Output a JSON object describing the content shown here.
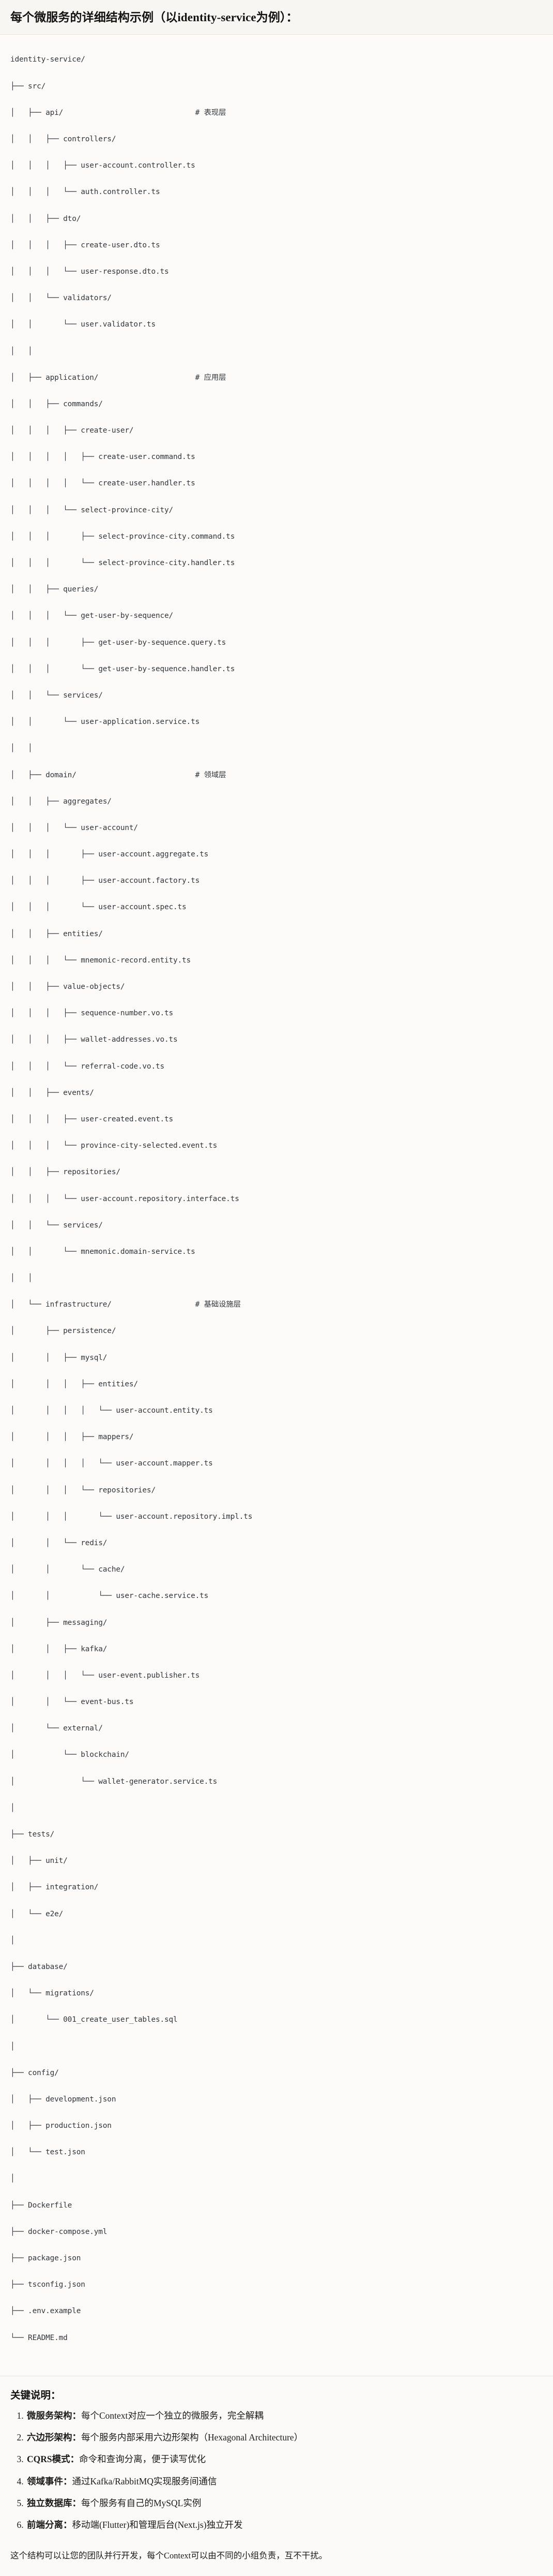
{
  "header": {
    "title": "每个微服务的详细结构示例（以identity-service为例）："
  },
  "tree": {
    "lines": [
      "identity-service/",
      "├── src/",
      "│   ├── api/                              # 表现层",
      "│   │   ├── controllers/",
      "│   │   │   ├── user-account.controller.ts",
      "│   │   │   └── auth.controller.ts",
      "│   │   ├── dto/",
      "│   │   │   ├── create-user.dto.ts",
      "│   │   │   └── user-response.dto.ts",
      "│   │   └── validators/",
      "│   │       └── user.validator.ts",
      "│   │",
      "│   ├── application/                      # 应用层",
      "│   │   ├── commands/",
      "│   │   │   ├── create-user/",
      "│   │   │   │   ├── create-user.command.ts",
      "│   │   │   │   └── create-user.handler.ts",
      "│   │   │   └── select-province-city/",
      "│   │   │       ├── select-province-city.command.ts",
      "│   │   │       └── select-province-city.handler.ts",
      "│   │   ├── queries/",
      "│   │   │   └── get-user-by-sequence/",
      "│   │   │       ├── get-user-by-sequence.query.ts",
      "│   │   │       └── get-user-by-sequence.handler.ts",
      "│   │   └── services/",
      "│   │       └── user-application.service.ts",
      "│   │",
      "│   ├── domain/                           # 领域层",
      "│   │   ├── aggregates/",
      "│   │   │   └── user-account/",
      "│   │   │       ├── user-account.aggregate.ts",
      "│   │   │       ├── user-account.factory.ts",
      "│   │   │       └── user-account.spec.ts",
      "│   │   ├── entities/",
      "│   │   │   └── mnemonic-record.entity.ts",
      "│   │   ├── value-objects/",
      "│   │   │   ├── sequence-number.vo.ts",
      "│   │   │   ├── wallet-addresses.vo.ts",
      "│   │   │   └── referral-code.vo.ts",
      "│   │   ├── events/",
      "│   │   │   ├── user-created.event.ts",
      "│   │   │   └── province-city-selected.event.ts",
      "│   │   ├── repositories/",
      "│   │   │   └── user-account.repository.interface.ts",
      "│   │   └── services/",
      "│   │       └── mnemonic.domain-service.ts",
      "│   │",
      "│   └── infrastructure/                   # 基础设施层",
      "│       ├── persistence/",
      "│       │   ├── mysql/",
      "│       │   │   ├── entities/",
      "│       │   │   │   └── user-account.entity.ts",
      "│       │   │   ├── mappers/",
      "│       │   │   │   └── user-account.mapper.ts",
      "│       │   │   └── repositories/",
      "│       │   │       └── user-account.repository.impl.ts",
      "│       │   └── redis/",
      "│       │       └── cache/",
      "│       │           └── user-cache.service.ts",
      "│       ├── messaging/",
      "│       │   ├── kafka/",
      "│       │   │   └── user-event.publisher.ts",
      "│       │   └── event-bus.ts",
      "│       └── external/",
      "│           └── blockchain/",
      "│               └── wallet-generator.service.ts",
      "│",
      "├── tests/",
      "│   ├── unit/",
      "│   ├── integration/",
      "│   └── e2e/",
      "│",
      "├── database/",
      "│   └── migrations/",
      "│       └── 001_create_user_tables.sql",
      "│",
      "├── config/",
      "│   ├── development.json",
      "│   ├── production.json",
      "│   └── test.json",
      "│",
      "├── Dockerfile",
      "├── docker-compose.yml",
      "├── package.json",
      "├── tsconfig.json",
      "├── .env.example",
      "└── README.md"
    ]
  },
  "keys": {
    "title": "关键说明：",
    "items": [
      {
        "label": "微服务架构",
        "sep": "：",
        "text": "每个Context对应一个独立的微服务，完全解耦"
      },
      {
        "label": "六边形架构",
        "sep": "：",
        "text": "每个服务内部采用六边形架构（Hexagonal Architecture）"
      },
      {
        "label": "CQRS模式",
        "sep": "：",
        "text": "命令和查询分离，便于读写优化"
      },
      {
        "label": "领域事件",
        "sep": "：",
        "text": "通过Kafka/RabbitMQ实现服务间通信"
      },
      {
        "label": "独立数据库",
        "sep": "：",
        "text": "每个服务有自己的MySQL实例"
      },
      {
        "label": "前端分离",
        "sep": "：",
        "text": "移动端(Flutter)和管理后台(Next.js)独立开发"
      }
    ]
  },
  "closing": {
    "text": "这个结构可以让您的团队并行开发，每个Context可以由不同的小组负责，互不干扰。"
  }
}
